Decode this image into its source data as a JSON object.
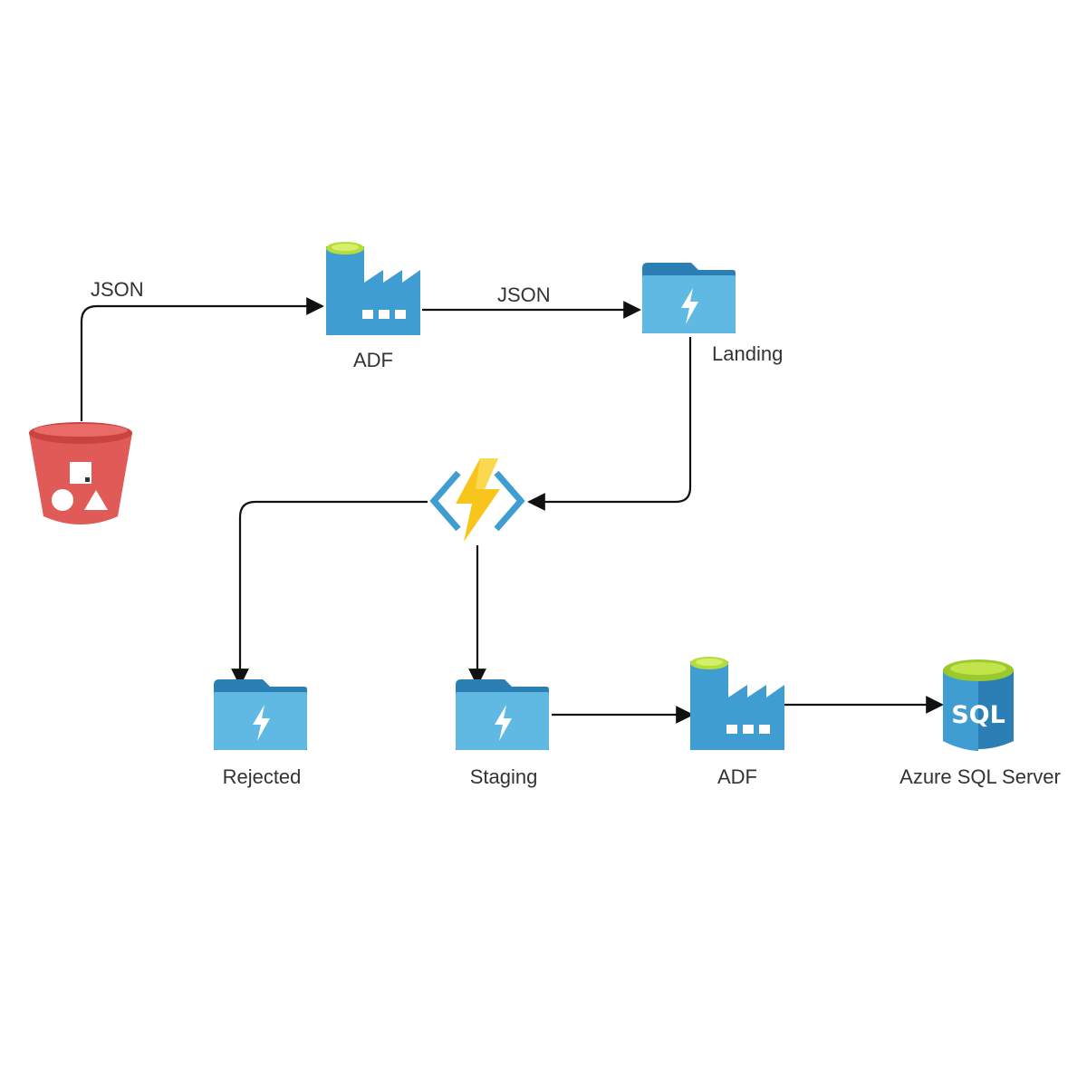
{
  "colors": {
    "bucket_red": "#e05a57",
    "bucket_dark": "#c94340",
    "azure_blue": "#3f9dd1",
    "azure_light": "#5fb9e3",
    "azure_dark": "#2b7fb5",
    "sql_top": "#b4dc3a",
    "lightning_yellow": "#f7c51c",
    "edge": "#111111"
  },
  "nodes": {
    "source_bucket": {
      "icon": "s3-bucket-icon",
      "label": ""
    },
    "adf_ingest": {
      "icon": "data-factory-icon",
      "label": "ADF"
    },
    "landing": {
      "icon": "storage-folder-icon",
      "label": "Landing"
    },
    "function": {
      "icon": "azure-function-icon",
      "label": ""
    },
    "rejected": {
      "icon": "storage-folder-icon",
      "label": "Rejected"
    },
    "staging": {
      "icon": "storage-folder-icon",
      "label": "Staging"
    },
    "adf_load": {
      "icon": "data-factory-icon",
      "label": "ADF"
    },
    "sql": {
      "icon": "sql-database-icon",
      "label": "Azure SQL Server",
      "icon_text": "SQL"
    }
  },
  "edges": {
    "bucket_to_adf": {
      "label": "JSON"
    },
    "adf_to_landing": {
      "label": "JSON"
    }
  }
}
